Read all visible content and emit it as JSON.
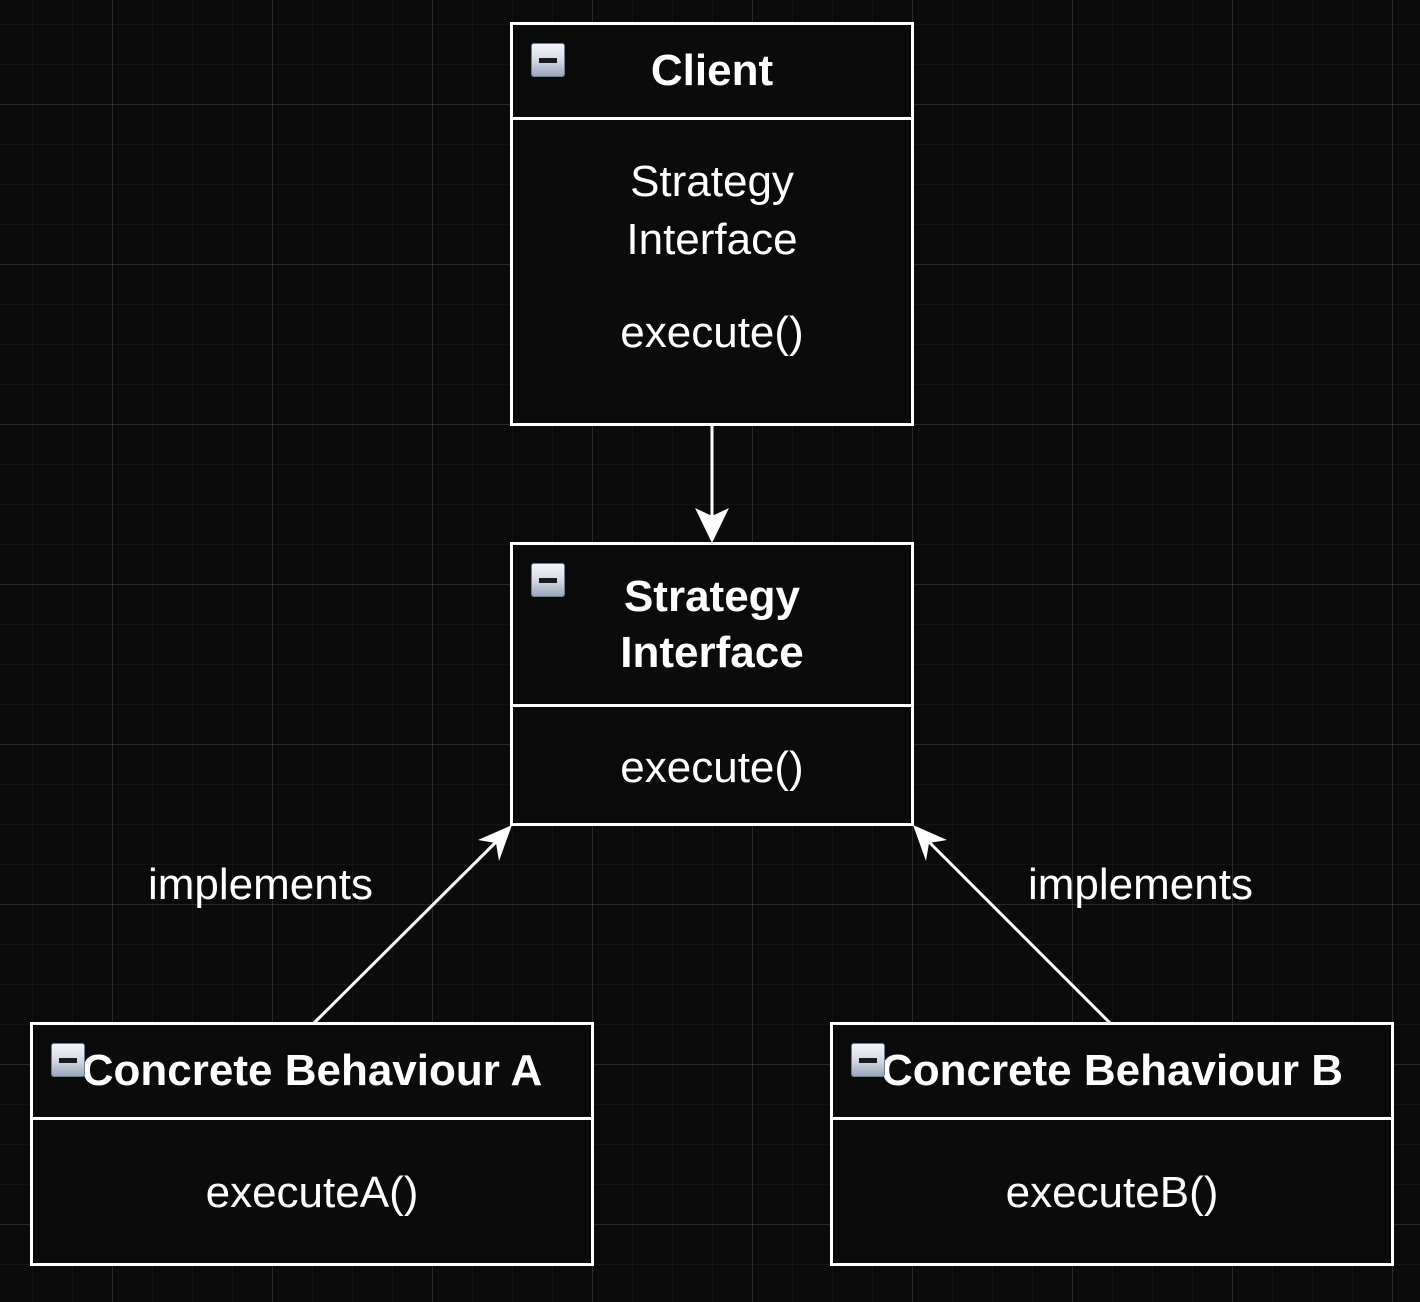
{
  "classes": {
    "client": {
      "name": "Client",
      "attribute": "Strategy Interface",
      "method": "execute()"
    },
    "strategy": {
      "name": "Strategy Interface",
      "method": "execute()"
    },
    "concrete_a": {
      "name": "Concrete Behaviour A",
      "method": "executeA()"
    },
    "concrete_b": {
      "name": "Concrete Behaviour B",
      "method": "executeB()"
    }
  },
  "edges": {
    "client_to_strategy": {
      "type": "association"
    },
    "a_implements": {
      "label": "implements",
      "type": "realization"
    },
    "b_implements": {
      "label": "implements",
      "type": "realization"
    }
  },
  "colors": {
    "background": "#0b0b0b",
    "stroke": "#ffffff",
    "grid": "#1f1f1f"
  },
  "icons": {
    "collapse": "collapse-minus-icon"
  }
}
